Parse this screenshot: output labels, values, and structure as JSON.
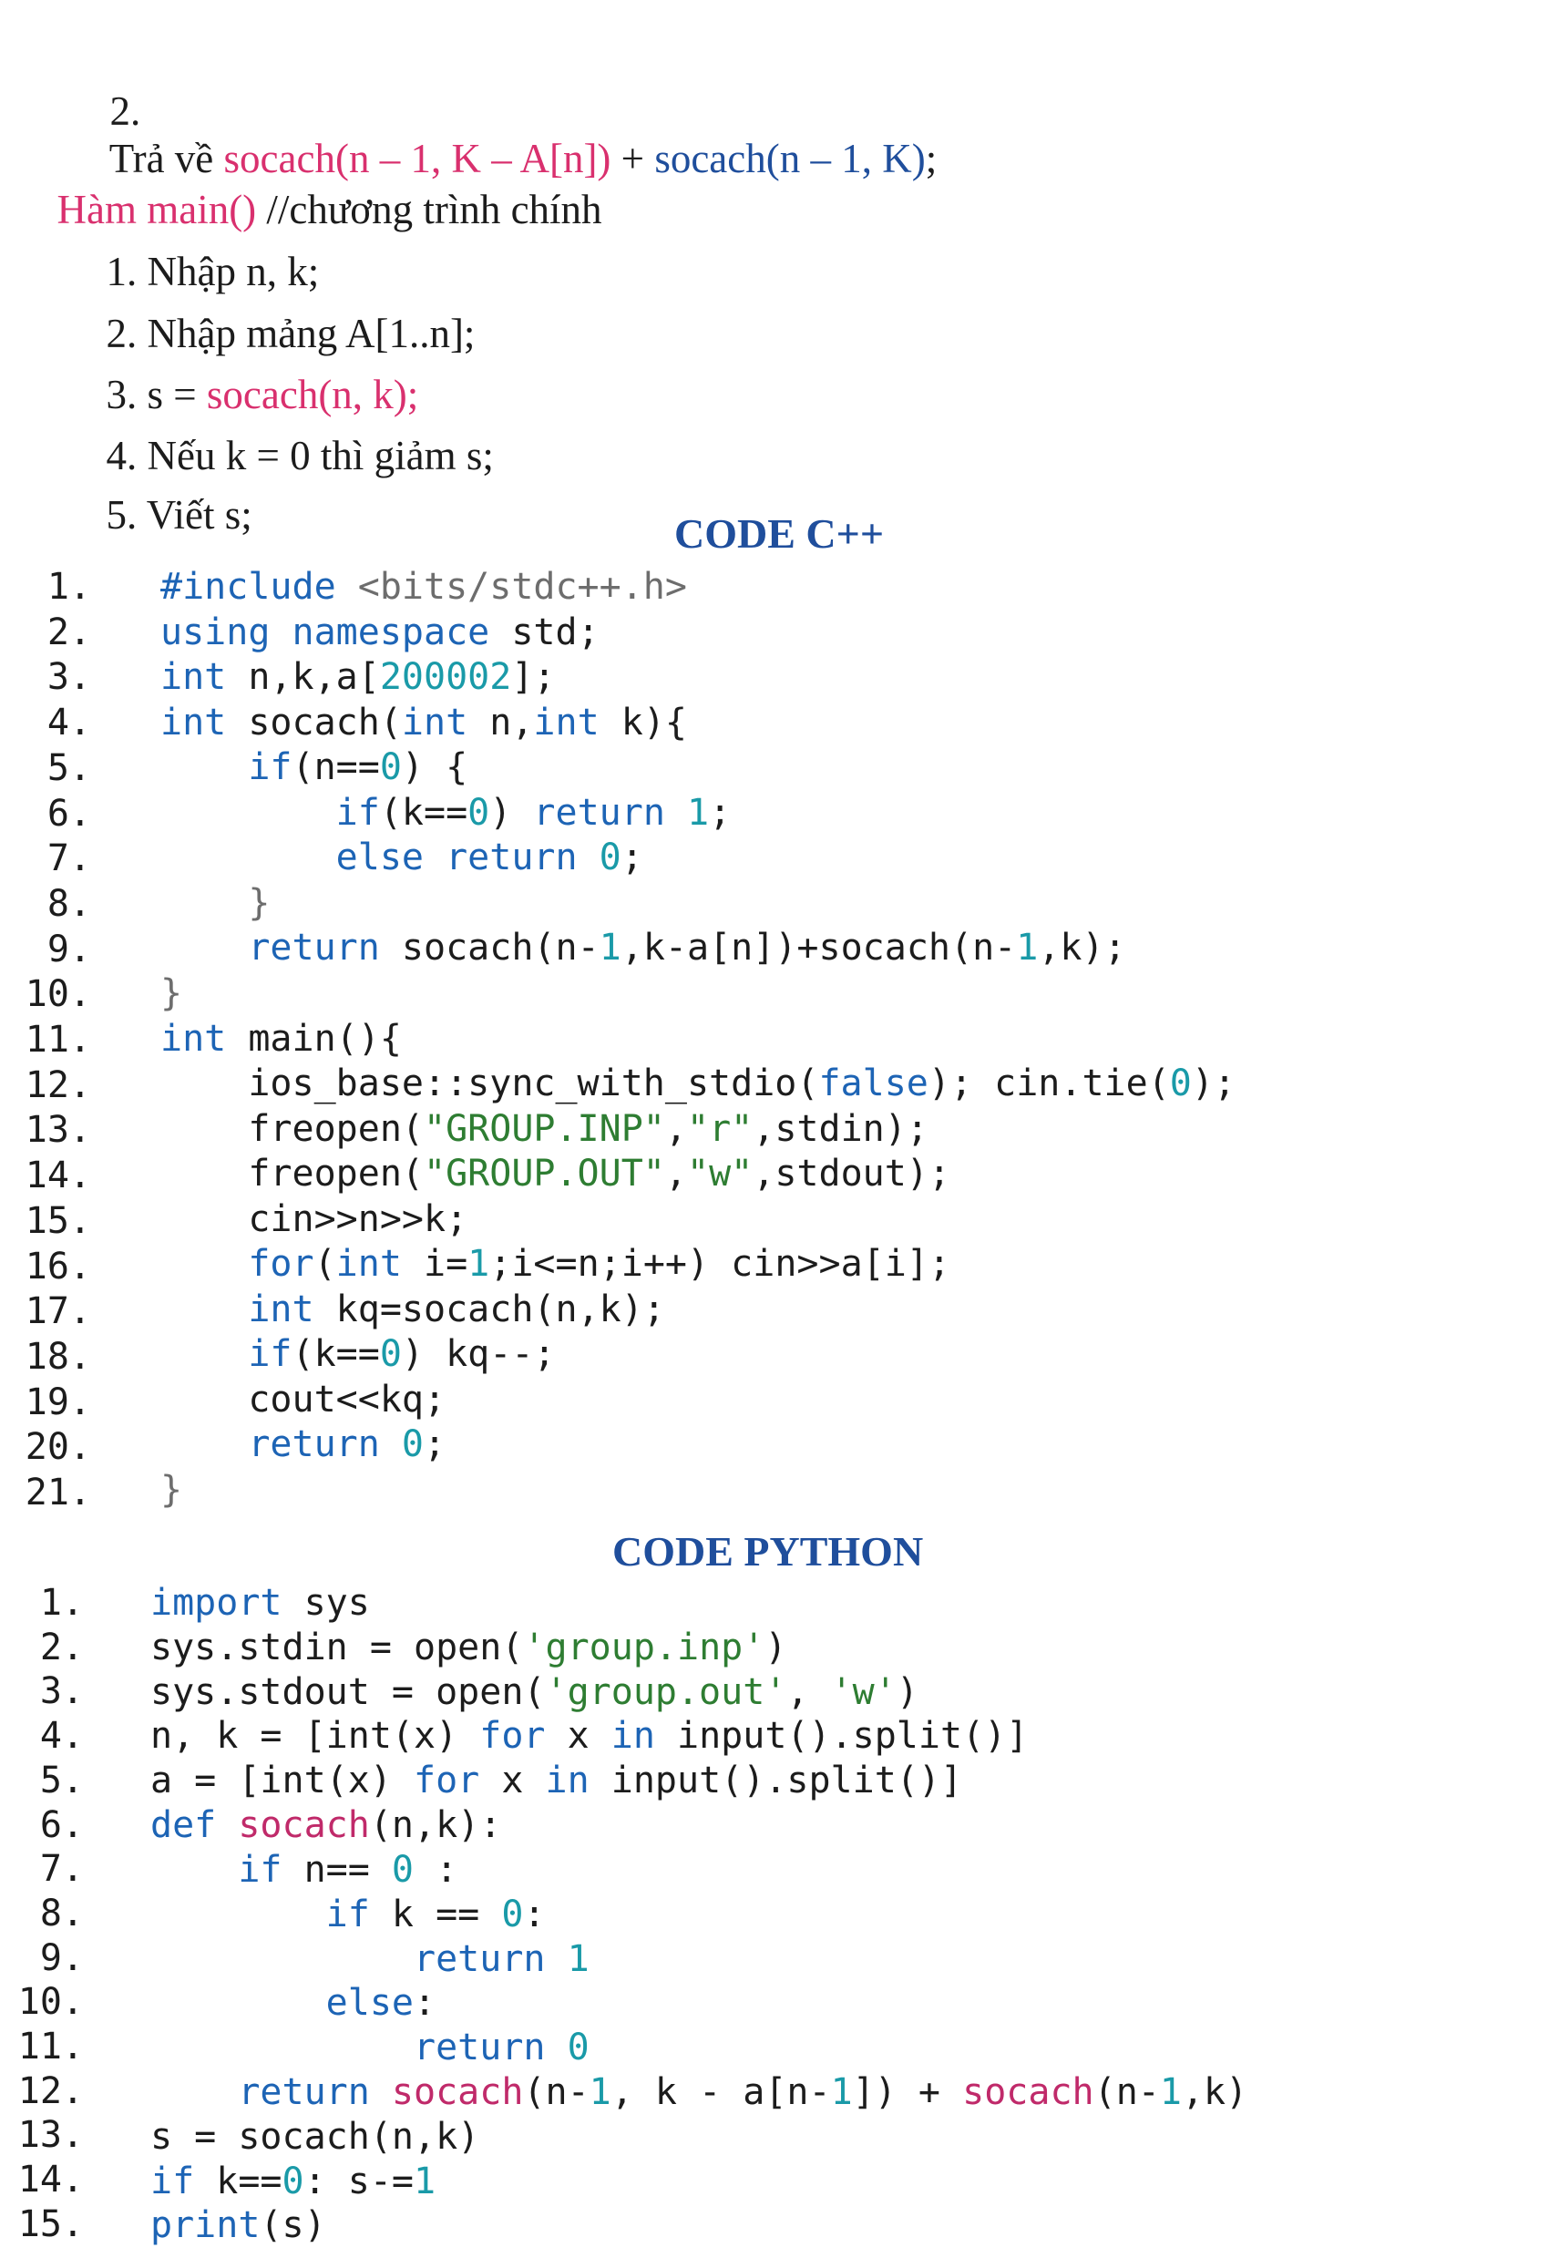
{
  "step2": {
    "num": "2.",
    "text": "Trả về ",
    "call1": "socach(n – 1, K – A[n])",
    "plus": " + ",
    "call2": "socach(n – 1, K)",
    "end": ";"
  },
  "main_func": {
    "label": "Hàm main()",
    "comment": " //chương trình chính",
    "steps": [
      {
        "num": "1.",
        "text": "Nhập n, k;"
      },
      {
        "num": "2.",
        "text": "Nhập mảng A[1..n];"
      },
      {
        "num": "3.",
        "pre": "s = ",
        "call": "socach(n, k);"
      },
      {
        "num": "4.",
        "text": "Nếu k = 0 thì giảm s;"
      },
      {
        "num": "5.",
        "text": "Viết s;"
      }
    ]
  },
  "cpp": {
    "heading": "CODE C++",
    "line_numbers": [
      "1.",
      "2.",
      "3.",
      "4.",
      "5.",
      "6.",
      "7.",
      "8.",
      "9.",
      "10.",
      "11.",
      "12.",
      "13.",
      "14.",
      "15.",
      "16.",
      "17.",
      "18.",
      "19.",
      "20.",
      "21."
    ],
    "lines": [
      [
        {
          "t": "#include",
          "c": "kw"
        },
        {
          "t": " <bits/stdc++.h>",
          "c": "op"
        }
      ],
      [
        {
          "t": "using namespace",
          "c": "kw"
        },
        {
          "t": " std;",
          "c": ""
        }
      ],
      [
        {
          "t": "int",
          "c": "kw"
        },
        {
          "t": " n,k,a[",
          "c": ""
        },
        {
          "t": "200002",
          "c": "num"
        },
        {
          "t": "];",
          "c": ""
        }
      ],
      [
        {
          "t": "int",
          "c": "kw"
        },
        {
          "t": " socach(",
          "c": ""
        },
        {
          "t": "int",
          "c": "kw"
        },
        {
          "t": " n,",
          "c": ""
        },
        {
          "t": "int",
          "c": "kw"
        },
        {
          "t": " k){",
          "c": ""
        }
      ],
      [
        {
          "t": "    if",
          "c": "kw"
        },
        {
          "t": "(n==",
          "c": ""
        },
        {
          "t": "0",
          "c": "num"
        },
        {
          "t": ") {",
          "c": ""
        }
      ],
      [
        {
          "t": "        if",
          "c": "kw"
        },
        {
          "t": "(k==",
          "c": ""
        },
        {
          "t": "0",
          "c": "num"
        },
        {
          "t": ") ",
          "c": ""
        },
        {
          "t": "return",
          "c": "kw"
        },
        {
          "t": " ",
          "c": ""
        },
        {
          "t": "1",
          "c": "num"
        },
        {
          "t": ";",
          "c": ""
        }
      ],
      [
        {
          "t": "        else return",
          "c": "kw"
        },
        {
          "t": " ",
          "c": ""
        },
        {
          "t": "0",
          "c": "num"
        },
        {
          "t": ";",
          "c": ""
        }
      ],
      [
        {
          "t": "    }",
          "c": "op"
        }
      ],
      [
        {
          "t": "    return",
          "c": "kw"
        },
        {
          "t": " socach(n-",
          "c": ""
        },
        {
          "t": "1",
          "c": "num"
        },
        {
          "t": ",k-a[n])+socach(n-",
          "c": ""
        },
        {
          "t": "1",
          "c": "num"
        },
        {
          "t": ",k);",
          "c": ""
        }
      ],
      [
        {
          "t": "}",
          "c": "op"
        }
      ],
      [
        {
          "t": "int",
          "c": "kw"
        },
        {
          "t": " main(){",
          "c": ""
        }
      ],
      [
        {
          "t": "    ios_base::sync_with_stdio(",
          "c": ""
        },
        {
          "t": "false",
          "c": "kw"
        },
        {
          "t": "); cin.tie(",
          "c": ""
        },
        {
          "t": "0",
          "c": "num"
        },
        {
          "t": ");",
          "c": ""
        }
      ],
      [
        {
          "t": "    freopen(",
          "c": ""
        },
        {
          "t": "\"GROUP.INP\"",
          "c": "str"
        },
        {
          "t": ",",
          "c": ""
        },
        {
          "t": "\"r\"",
          "c": "str"
        },
        {
          "t": ",stdin);",
          "c": ""
        }
      ],
      [
        {
          "t": "    freopen(",
          "c": ""
        },
        {
          "t": "\"GROUP.OUT\"",
          "c": "str"
        },
        {
          "t": ",",
          "c": ""
        },
        {
          "t": "\"w\"",
          "c": "str"
        },
        {
          "t": ",stdout);",
          "c": ""
        }
      ],
      [
        {
          "t": "    cin>>n>>k;",
          "c": ""
        }
      ],
      [
        {
          "t": "    for",
          "c": "kw"
        },
        {
          "t": "(",
          "c": ""
        },
        {
          "t": "int",
          "c": "kw"
        },
        {
          "t": " i=",
          "c": ""
        },
        {
          "t": "1",
          "c": "num"
        },
        {
          "t": ";i<=n;i++) cin>>a[i];",
          "c": ""
        }
      ],
      [
        {
          "t": "    int",
          "c": "kw"
        },
        {
          "t": " kq=socach(n,k);",
          "c": ""
        }
      ],
      [
        {
          "t": "    if",
          "c": "kw"
        },
        {
          "t": "(k==",
          "c": ""
        },
        {
          "t": "0",
          "c": "num"
        },
        {
          "t": ") kq--;",
          "c": ""
        }
      ],
      [
        {
          "t": "    cout<<kq;",
          "c": ""
        }
      ],
      [
        {
          "t": "    return",
          "c": "kw"
        },
        {
          "t": " ",
          "c": ""
        },
        {
          "t": "0",
          "c": "num"
        },
        {
          "t": ";",
          "c": ""
        }
      ],
      [
        {
          "t": "}",
          "c": "op"
        }
      ]
    ]
  },
  "python": {
    "heading": "CODE PYTHON",
    "line_numbers": [
      "1.",
      "2.",
      "3.",
      "4.",
      "5.",
      "6.",
      "7.",
      "8.",
      "9.",
      "10.",
      "11.",
      "12.",
      "13.",
      "14.",
      "15."
    ],
    "lines": [
      [
        {
          "t": "import",
          "c": "kw"
        },
        {
          "t": " sys",
          "c": ""
        }
      ],
      [
        {
          "t": "sys.stdin = open(",
          "c": ""
        },
        {
          "t": "'group.inp'",
          "c": "str"
        },
        {
          "t": ")",
          "c": ""
        }
      ],
      [
        {
          "t": "sys.stdout = open(",
          "c": ""
        },
        {
          "t": "'group.out'",
          "c": "str"
        },
        {
          "t": ", ",
          "c": ""
        },
        {
          "t": "'w'",
          "c": "str"
        },
        {
          "t": ")",
          "c": ""
        }
      ],
      [
        {
          "t": "n, k = [int(x) ",
          "c": ""
        },
        {
          "t": "for",
          "c": "kw"
        },
        {
          "t": " x ",
          "c": ""
        },
        {
          "t": "in",
          "c": "kw"
        },
        {
          "t": " input().split()]",
          "c": ""
        }
      ],
      [
        {
          "t": "a = [int(x) ",
          "c": ""
        },
        {
          "t": "for",
          "c": "kw"
        },
        {
          "t": " x ",
          "c": ""
        },
        {
          "t": "in",
          "c": "kw"
        },
        {
          "t": " input().split()]",
          "c": ""
        }
      ],
      [
        {
          "t": "def",
          "c": "kw"
        },
        {
          "t": " ",
          "c": ""
        },
        {
          "t": "socach",
          "c": "fn"
        },
        {
          "t": "(n,k):",
          "c": ""
        }
      ],
      [
        {
          "t": "    if",
          "c": "kw"
        },
        {
          "t": " n== ",
          "c": ""
        },
        {
          "t": "0",
          "c": "num"
        },
        {
          "t": " :",
          "c": ""
        }
      ],
      [
        {
          "t": "        if",
          "c": "kw"
        },
        {
          "t": " k == ",
          "c": ""
        },
        {
          "t": "0",
          "c": "num"
        },
        {
          "t": ":",
          "c": ""
        }
      ],
      [
        {
          "t": "            return",
          "c": "kw"
        },
        {
          "t": " ",
          "c": ""
        },
        {
          "t": "1",
          "c": "num"
        }
      ],
      [
        {
          "t": "        else",
          "c": "kw"
        },
        {
          "t": ":",
          "c": ""
        }
      ],
      [
        {
          "t": "            return",
          "c": "kw"
        },
        {
          "t": " ",
          "c": ""
        },
        {
          "t": "0",
          "c": "num"
        }
      ],
      [
        {
          "t": "    return",
          "c": "kw"
        },
        {
          "t": " ",
          "c": ""
        },
        {
          "t": "socach",
          "c": "fn"
        },
        {
          "t": "(n-",
          "c": ""
        },
        {
          "t": "1",
          "c": "num"
        },
        {
          "t": ", k - a[n-",
          "c": ""
        },
        {
          "t": "1",
          "c": "num"
        },
        {
          "t": "]) + ",
          "c": ""
        },
        {
          "t": "socach",
          "c": "fn"
        },
        {
          "t": "(n-",
          "c": ""
        },
        {
          "t": "1",
          "c": "num"
        },
        {
          "t": ",k)",
          "c": ""
        }
      ],
      [
        {
          "t": "s = socach(n,k)",
          "c": ""
        }
      ],
      [
        {
          "t": "if",
          "c": "kw"
        },
        {
          "t": " k==",
          "c": ""
        },
        {
          "t": "0",
          "c": "num"
        },
        {
          "t": ": s-=",
          "c": ""
        },
        {
          "t": "1",
          "c": "num"
        }
      ],
      [
        {
          "t": "print",
          "c": "kw"
        },
        {
          "t": "(s)",
          "c": ""
        }
      ]
    ]
  }
}
